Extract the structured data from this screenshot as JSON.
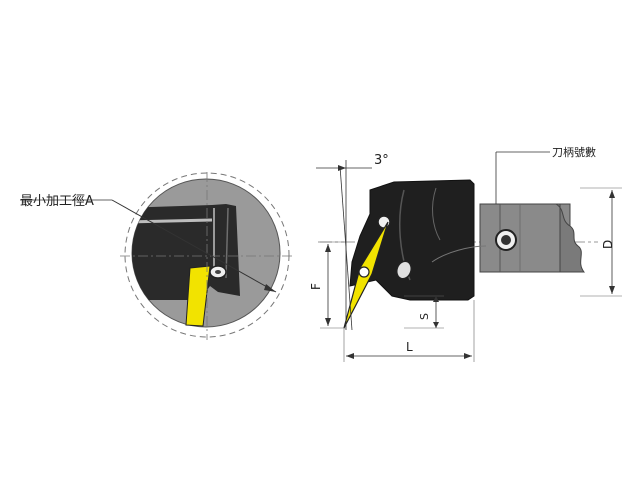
{
  "labels": {
    "min_bore": "最小加工徑A",
    "angle": "3°",
    "tool_number": "刀柄號數",
    "dim_d": "D",
    "dim_f": "F",
    "dim_s": "S",
    "dim_l": "L"
  },
  "colors": {
    "body": "#1f1f1f",
    "insert": "#f2e300",
    "circle_bg": "#9a9a9a",
    "line": "#333333"
  }
}
